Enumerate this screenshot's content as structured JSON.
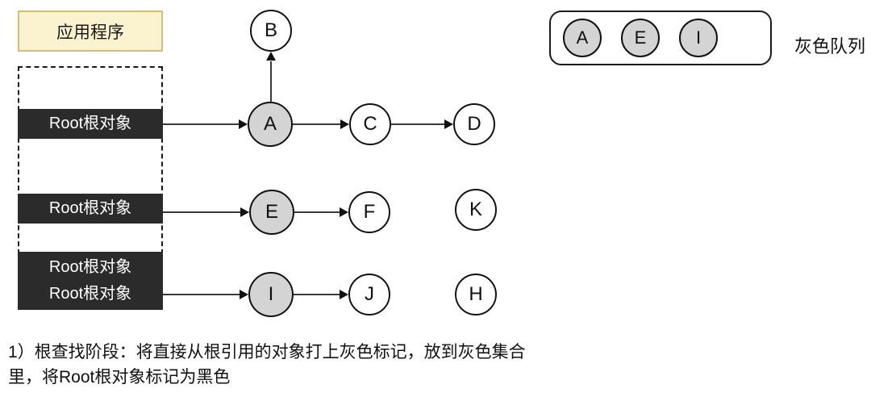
{
  "app_box": {
    "label": "应用程序"
  },
  "memory_region": {
    "root_boxes": [
      {
        "lines": [
          "Root根对象"
        ]
      },
      {
        "lines": [
          "Root根对象"
        ]
      },
      {
        "lines": [
          "Root根对象",
          "Root根对象"
        ]
      }
    ]
  },
  "graph": {
    "nodes": [
      {
        "label": "B",
        "state": "white"
      },
      {
        "label": "A",
        "state": "gray"
      },
      {
        "label": "C",
        "state": "white"
      },
      {
        "label": "D",
        "state": "white"
      },
      {
        "label": "E",
        "state": "gray"
      },
      {
        "label": "F",
        "state": "white"
      },
      {
        "label": "K",
        "state": "white"
      },
      {
        "label": "I",
        "state": "gray"
      },
      {
        "label": "J",
        "state": "white"
      },
      {
        "label": "H",
        "state": "white"
      }
    ],
    "edges": [
      {
        "from": "Root根对象-1",
        "to": "A"
      },
      {
        "from": "A",
        "to": "B"
      },
      {
        "from": "A",
        "to": "C"
      },
      {
        "from": "C",
        "to": "D"
      },
      {
        "from": "Root根对象-2",
        "to": "E"
      },
      {
        "from": "E",
        "to": "F"
      },
      {
        "from": "Root根对象-3",
        "to": "I"
      },
      {
        "from": "I",
        "to": "J"
      }
    ]
  },
  "gray_queue": {
    "label": "灰色队列",
    "items": [
      {
        "label": "A"
      },
      {
        "label": "E"
      },
      {
        "label": "I"
      }
    ]
  },
  "caption": {
    "lines": [
      "1）根查找阶段：将直接从根引用的对象打上灰色标记，放到灰色集合",
      "里，将Root根对象标记为黑色"
    ]
  },
  "colors": {
    "gray_node_fill": "#d4d4d4",
    "node_border": "#111111",
    "root_box_fill": "#2b2b2b",
    "app_box_fill": "#fbf3d0",
    "app_box_border": "#d8bd72"
  }
}
